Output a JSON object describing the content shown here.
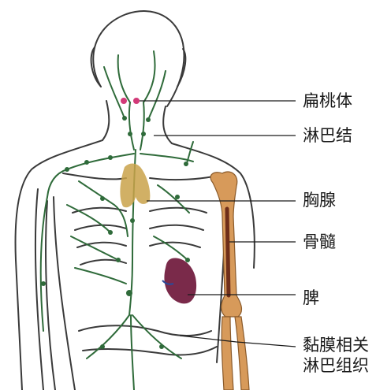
{
  "labels": {
    "tonsil": "扁桃体",
    "lymph_node": "淋巴结",
    "thymus": "胸腺",
    "bone_marrow": "骨髓",
    "spleen": "脾",
    "malt_line1": "黏膜相关",
    "malt_line2": "淋巴组织"
  },
  "colors": {
    "outline": "#3a3a3a",
    "lymph_vessel": "#2f6b3a",
    "tonsil": "#d23a78",
    "thymus": "#c9a24a",
    "spleen": "#7a2a4a",
    "bone": "#c98a4a",
    "marrow": "#6e2e1a"
  }
}
